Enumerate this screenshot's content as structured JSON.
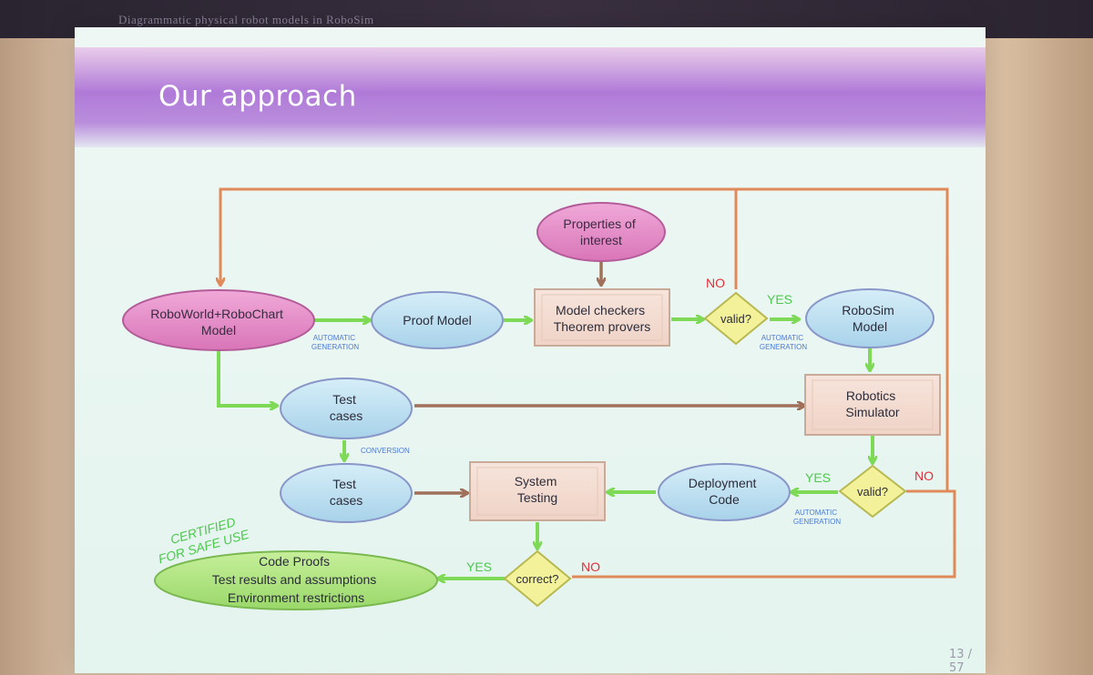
{
  "deck_title": "Diagrammatic physical robot models in RoboSim",
  "slide_title": "Our approach",
  "page_number": "13 / 57",
  "nodes": {
    "roboworld_model": [
      "RoboWorld+RoboChart",
      "Model"
    ],
    "proof_model": "Proof Model",
    "properties": [
      "Properties of",
      "interest"
    ],
    "model_checkers": [
      "Model checkers",
      "Theorem provers"
    ],
    "valid_top": "valid?",
    "robosim_model": [
      "RoboSim",
      "Model"
    ],
    "test_cases_1": [
      "Test",
      "cases"
    ],
    "robotics_simulator": [
      "Robotics",
      "Simulator"
    ],
    "test_cases_2": [
      "Test",
      "cases"
    ],
    "system_testing": [
      "System",
      "Testing"
    ],
    "deployment_code": [
      "Deployment",
      "Code"
    ],
    "valid_bottom": "valid?",
    "correct": "correct?",
    "certified_output": [
      "Code  Proofs",
      "Test results and assumptions",
      "Environment restrictions"
    ]
  },
  "labels": {
    "automatic_generation_1": [
      "AUTOMATIC",
      "GENERATION"
    ],
    "automatic_generation_2": [
      "AUTOMATIC",
      "GENERATION"
    ],
    "automatic_generation_3": [
      "AUTOMATIC",
      "GENERATION"
    ],
    "conversion": "CONVERSION",
    "no_top": "NO",
    "yes_top": "YES",
    "yes_bottom": "YES",
    "no_bottom": "NO",
    "yes_correct": "YES",
    "no_correct": "NO",
    "certified": [
      "CERTIFIED",
      "FOR SAFE USE"
    ]
  },
  "colors": {
    "green_arrow": "#7ed957",
    "brown_arrow": "#a0705a",
    "orange_line": "#e08a5a",
    "red_label": "#e0303a",
    "green_label": "#4cc94c",
    "blue_label": "#4a7ad8"
  }
}
